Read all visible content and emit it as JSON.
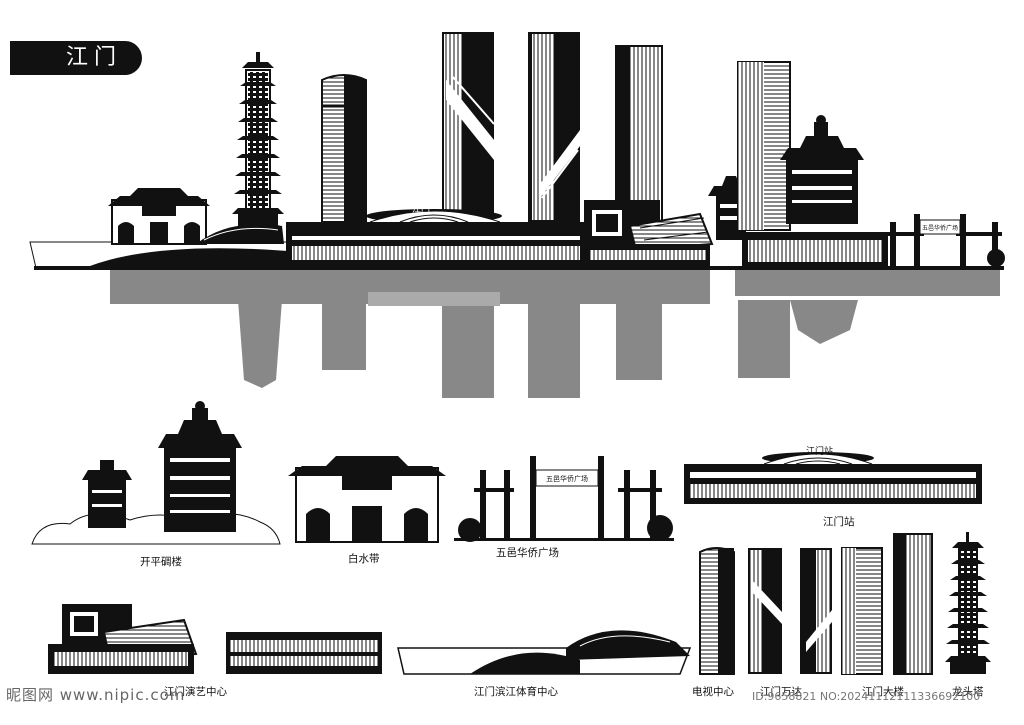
{
  "header": {
    "city_title": "江门"
  },
  "skyline": {
    "station_sign": "江门",
    "plaza_sign": "五邑华侨广场"
  },
  "landmarks": [
    {
      "id": "kaiping",
      "label": "开平碉楼"
    },
    {
      "id": "baishui",
      "label": "白水带"
    },
    {
      "id": "wuyi",
      "label": "五邑华侨广场",
      "sign": "五邑华侨广场"
    },
    {
      "id": "station",
      "label": "江门站",
      "sign": "江门站"
    },
    {
      "id": "yiyi",
      "label": "江门演艺中心"
    },
    {
      "id": "stadium",
      "label": "江门滨江体育中心"
    },
    {
      "id": "tv",
      "label": "电视中心"
    },
    {
      "id": "wanda",
      "label": "江门万达"
    },
    {
      "id": "tower",
      "label": "江门大楼"
    },
    {
      "id": "pagoda",
      "label": "龙头塔"
    }
  ],
  "watermark": {
    "site": "昵图网 www.nipic.com",
    "id_text": "ID:9658821 NO:20241112111336692100"
  },
  "colors": {
    "ink": "#111111",
    "reflection": "#888888",
    "ground": "#dddddd"
  }
}
